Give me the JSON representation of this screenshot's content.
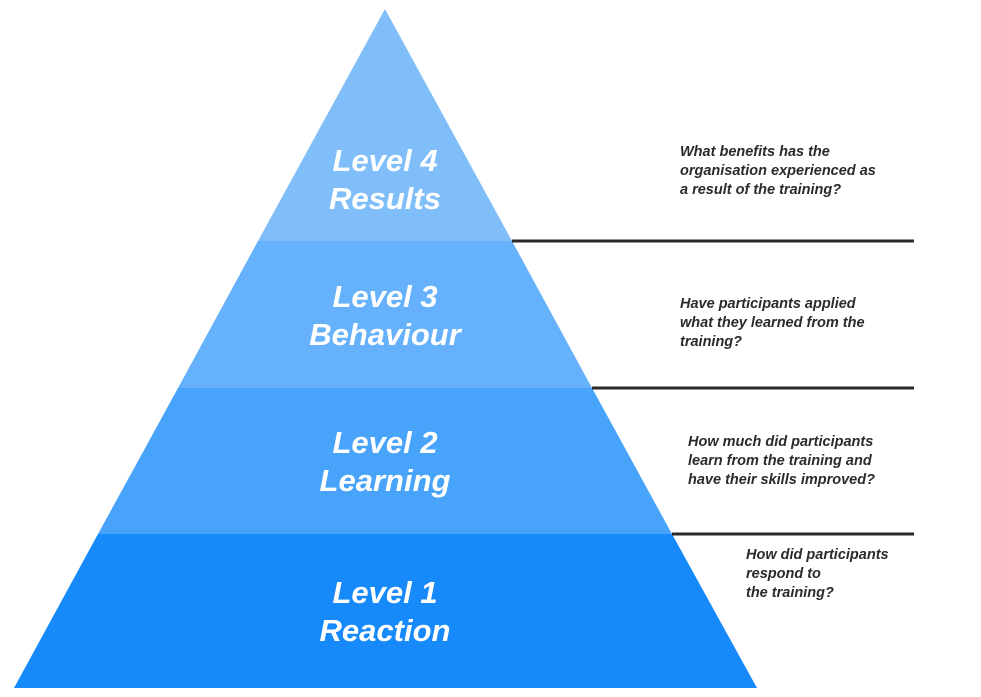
{
  "pyramid": {
    "levels": [
      {
        "id": "level-4",
        "line1": "Level 4",
        "line2": "Results",
        "color": "#80BEFA",
        "question": "What benefits has the\norganisation experienced as\na result of the training?"
      },
      {
        "id": "level-3",
        "line1": "Level 3",
        "line2": "Behaviour",
        "color": "#66B1FB",
        "question": "Have participants applied\nwhat they learned from the\ntraining?"
      },
      {
        "id": "level-2",
        "line1": "Level 2",
        "line2": "Learning",
        "color": "#48A3FB",
        "question": "How much did participants\nlearn from the training and\nhave their skills improved?"
      },
      {
        "id": "level-1",
        "line1": "Level 1",
        "line2": "Reaction",
        "color": "#1689FB",
        "question": "How did participants\nrespond to\nthe training?"
      }
    ],
    "divider_color": "#2a2a2a"
  }
}
